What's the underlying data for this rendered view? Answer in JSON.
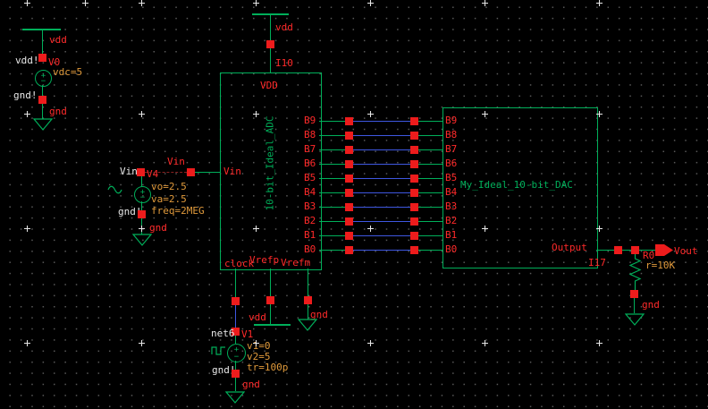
{
  "colors": {
    "background": "#000000",
    "grid_dot": "#585858",
    "device_green": "#00AF5A",
    "pin_red": "#ED1C1C",
    "label_red": "#FF2A2A",
    "param_orange": "#E09A3C",
    "net_white": "#E8E8E8",
    "wire_blue": "#3E57E0",
    "named_wire_maroon": "#8B2020"
  },
  "nets": {
    "vdd": "vdd",
    "gnd": "gnd",
    "vdd_global": "vdd!",
    "gnd_global": "gnd!",
    "vin": "Vin",
    "net6": "net6"
  },
  "v0": {
    "instance": "V0",
    "param_dc": "vdc=5"
  },
  "v4": {
    "instance": "V4",
    "param_vo": "vo=2.5",
    "param_va": "va=2.5",
    "param_freq": "freq=2MEG"
  },
  "v1": {
    "instance": "V1",
    "param_v1": "v1=0",
    "param_v2": "v2=5",
    "param_tr": "tr=100p"
  },
  "adc": {
    "instance": "I10",
    "cell": "10-bit_Ideal_ADC",
    "pins": {
      "vdd": "VDD",
      "vin": "Vin",
      "clock": "clock",
      "vrefp": "Vrefp",
      "vrefm": "Vrefm"
    }
  },
  "dac": {
    "instance": "I17",
    "cell": "My_Ideal_10-bit_DAC",
    "pin_output": "Output"
  },
  "bits": [
    "B9",
    "B8",
    "B7",
    "B6",
    "B5",
    "B4",
    "B3",
    "B2",
    "B1",
    "B0"
  ],
  "output": {
    "pin": "Vout",
    "res_instance": "R0",
    "res_param": "r=10K"
  }
}
